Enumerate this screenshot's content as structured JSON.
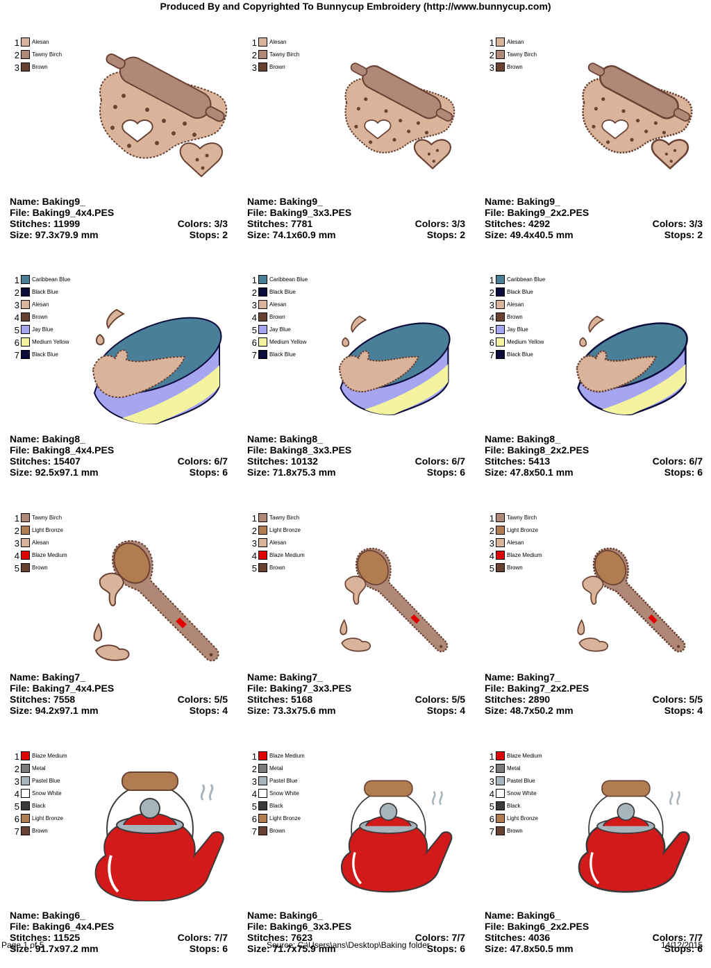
{
  "header": "Produced By and Copyrighted To Bunnycup Embroidery (http://www.bunnycup.com)",
  "footer": {
    "page": "Page 1 of 5",
    "source": "Source: C:\\Users\\ans\\Desktop\\Baking folder",
    "date": "14/12/2015"
  },
  "designs": [
    {
      "art": "pin",
      "legend": [
        {
          "n": "1",
          "name": "Alesan",
          "color": "#d9b49a"
        },
        {
          "n": "2",
          "name": "Tawny Birch",
          "color": "#b08878"
        },
        {
          "n": "3",
          "name": "Brown",
          "color": "#6a4234"
        }
      ],
      "name": "Name: Baking9_",
      "file": "File: Baking9_4x4.PES",
      "stitches": "Stitches: 11999",
      "colors": "Colors: 3/3",
      "size": "Size: 97.3x79.9 mm",
      "stops": "Stops: 2"
    },
    {
      "art": "pin",
      "legend": [
        {
          "n": "1",
          "name": "Alesan",
          "color": "#d9b49a"
        },
        {
          "n": "2",
          "name": "Tawny Birch",
          "color": "#b08878"
        },
        {
          "n": "3",
          "name": "Brown",
          "color": "#6a4234"
        }
      ],
      "name": "Name: Baking9_",
      "file": "File: Baking9_3x3.PES",
      "stitches": "Stitches: 7781",
      "colors": "Colors: 3/3",
      "size": "Size: 74.1x60.9 mm",
      "stops": "Stops: 2"
    },
    {
      "art": "pin",
      "legend": [
        {
          "n": "1",
          "name": "Alesan",
          "color": "#d9b49a"
        },
        {
          "n": "2",
          "name": "Tawny Birch",
          "color": "#b08878"
        },
        {
          "n": "3",
          "name": "Brown",
          "color": "#6a4234"
        }
      ],
      "name": "Name: Baking9_",
      "file": "File: Baking9_2x2.PES",
      "stitches": "Stitches: 4292",
      "colors": "Colors: 3/3",
      "size": "Size: 49.4x40.5 mm",
      "stops": "Stops: 2"
    },
    {
      "art": "bowl",
      "legend": [
        {
          "n": "1",
          "name": "Caribbean Blue",
          "color": "#4a7f9a"
        },
        {
          "n": "2",
          "name": "Black Blue",
          "color": "#0c0c3c"
        },
        {
          "n": "3",
          "name": "Alesan",
          "color": "#d9b49a"
        },
        {
          "n": "4",
          "name": "Brown",
          "color": "#6a4234"
        },
        {
          "n": "5",
          "name": "Jay Blue",
          "color": "#a6a6f0"
        },
        {
          "n": "6",
          "name": "Medium Yellow",
          "color": "#f4f4a0"
        },
        {
          "n": "7",
          "name": "Black Blue",
          "color": "#0c0c3c"
        }
      ],
      "name": "Name: Baking8_",
      "file": "File: Baking8_4x4.PES",
      "stitches": "Stitches: 15407",
      "colors": "Colors: 6/7",
      "size": "Size: 92.5x97.1 mm",
      "stops": "Stops: 6"
    },
    {
      "art": "bowl",
      "legend": [
        {
          "n": "1",
          "name": "Caribbean Blue",
          "color": "#4a7f9a"
        },
        {
          "n": "2",
          "name": "Black Blue",
          "color": "#0c0c3c"
        },
        {
          "n": "3",
          "name": "Alesan",
          "color": "#d9b49a"
        },
        {
          "n": "4",
          "name": "Brown",
          "color": "#6a4234"
        },
        {
          "n": "5",
          "name": "Jay Blue",
          "color": "#a6a6f0"
        },
        {
          "n": "6",
          "name": "Medium Yellow",
          "color": "#f4f4a0"
        },
        {
          "n": "7",
          "name": "Black Blue",
          "color": "#0c0c3c"
        }
      ],
      "name": "Name: Baking8_",
      "file": "File: Baking8_3x3.PES",
      "stitches": "Stitches: 10132",
      "colors": "Colors: 6/7",
      "size": "Size: 71.8x75.3 mm",
      "stops": "Stops: 6"
    },
    {
      "art": "bowl",
      "legend": [
        {
          "n": "1",
          "name": "Caribbean Blue",
          "color": "#4a7f9a"
        },
        {
          "n": "2",
          "name": "Black Blue",
          "color": "#0c0c3c"
        },
        {
          "n": "3",
          "name": "Alesan",
          "color": "#d9b49a"
        },
        {
          "n": "4",
          "name": "Brown",
          "color": "#6a4234"
        },
        {
          "n": "5",
          "name": "Jay Blue",
          "color": "#a6a6f0"
        },
        {
          "n": "6",
          "name": "Medium Yellow",
          "color": "#f4f4a0"
        },
        {
          "n": "7",
          "name": "Black Blue",
          "color": "#0c0c3c"
        }
      ],
      "name": "Name: Baking8_",
      "file": "File: Baking8_2x2.PES",
      "stitches": "Stitches: 5413",
      "colors": "Colors: 6/7",
      "size": "Size: 47.8x50.1 mm",
      "stops": "Stops: 6"
    },
    {
      "art": "spoon",
      "legend": [
        {
          "n": "1",
          "name": "Tawny Birch",
          "color": "#b08878"
        },
        {
          "n": "2",
          "name": "Light Bronze",
          "color": "#b07c50"
        },
        {
          "n": "3",
          "name": "Alesan",
          "color": "#d9b49a"
        },
        {
          "n": "4",
          "name": "Blaze Medium",
          "color": "#e00000"
        },
        {
          "n": "5",
          "name": "Brown",
          "color": "#6a4234"
        }
      ],
      "name": "Name: Baking7_",
      "file": "File: Baking7_4x4.PES",
      "stitches": "Stitches: 7558",
      "colors": "Colors: 5/5",
      "size": "Size: 94.2x97.1 mm",
      "stops": "Stops: 4"
    },
    {
      "art": "spoon",
      "legend": [
        {
          "n": "1",
          "name": "Tawny Birch",
          "color": "#b08878"
        },
        {
          "n": "2",
          "name": "Light Bronze",
          "color": "#b07c50"
        },
        {
          "n": "3",
          "name": "Alesan",
          "color": "#d9b49a"
        },
        {
          "n": "4",
          "name": "Blaze Medium",
          "color": "#e00000"
        },
        {
          "n": "5",
          "name": "Brown",
          "color": "#6a4234"
        }
      ],
      "name": "Name: Baking7_",
      "file": "File: Baking7_3x3.PES",
      "stitches": "Stitches: 5168",
      "colors": "Colors: 5/5",
      "size": "Size: 73.3x75.6 mm",
      "stops": "Stops: 4"
    },
    {
      "art": "spoon",
      "legend": [
        {
          "n": "1",
          "name": "Tawny Birch",
          "color": "#b08878"
        },
        {
          "n": "2",
          "name": "Light Bronze",
          "color": "#b07c50"
        },
        {
          "n": "3",
          "name": "Alesan",
          "color": "#d9b49a"
        },
        {
          "n": "4",
          "name": "Blaze Medium",
          "color": "#e00000"
        },
        {
          "n": "5",
          "name": "Brown",
          "color": "#6a4234"
        }
      ],
      "name": "Name: Baking7_",
      "file": "File: Baking7_2x2.PES",
      "stitches": "Stitches: 2890",
      "colors": "Colors: 5/5",
      "size": "Size: 48.7x50.2 mm",
      "stops": "Stops: 4"
    },
    {
      "art": "kettle",
      "legend": [
        {
          "n": "1",
          "name": "Blaze Medium",
          "color": "#e00000"
        },
        {
          "n": "2",
          "name": "Metal",
          "color": "#7a7a7a"
        },
        {
          "n": "3",
          "name": "Pastel Blue",
          "color": "#a8b4bc"
        },
        {
          "n": "4",
          "name": "Snow White",
          "color": "#ffffff"
        },
        {
          "n": "5",
          "name": "Black",
          "color": "#3a3a3a"
        },
        {
          "n": "6",
          "name": "Light Bronze",
          "color": "#b07c50"
        },
        {
          "n": "7",
          "name": "Brown",
          "color": "#6a4234"
        }
      ],
      "name": "Name: Baking6_",
      "file": "File: Baking6_4x4.PES",
      "stitches": "Stitches: 11525",
      "colors": "Colors: 7/7",
      "size": "Size: 91.7x97.2 mm",
      "stops": "Stops: 6"
    },
    {
      "art": "kettle",
      "legend": [
        {
          "n": "1",
          "name": "Blaze Medium",
          "color": "#e00000"
        },
        {
          "n": "2",
          "name": "Metal",
          "color": "#7a7a7a"
        },
        {
          "n": "3",
          "name": "Pastel Blue",
          "color": "#a8b4bc"
        },
        {
          "n": "4",
          "name": "Snow White",
          "color": "#ffffff"
        },
        {
          "n": "5",
          "name": "Black",
          "color": "#3a3a3a"
        },
        {
          "n": "6",
          "name": "Light Bronze",
          "color": "#b07c50"
        },
        {
          "n": "7",
          "name": "Brown",
          "color": "#6a4234"
        }
      ],
      "name": "Name: Baking6_",
      "file": "File: Baking6_3x3.PES",
      "stitches": "Stitches: 7623",
      "colors": "Colors: 7/7",
      "size": "Size: 71.7x75.9 mm",
      "stops": "Stops: 6"
    },
    {
      "art": "kettle",
      "legend": [
        {
          "n": "1",
          "name": "Blaze Medium",
          "color": "#e00000"
        },
        {
          "n": "2",
          "name": "Metal",
          "color": "#7a7a7a"
        },
        {
          "n": "3",
          "name": "Pastel Blue",
          "color": "#a8b4bc"
        },
        {
          "n": "4",
          "name": "Snow White",
          "color": "#ffffff"
        },
        {
          "n": "5",
          "name": "Black",
          "color": "#3a3a3a"
        },
        {
          "n": "6",
          "name": "Light Bronze",
          "color": "#b07c50"
        },
        {
          "n": "7",
          "name": "Brown",
          "color": "#6a4234"
        }
      ],
      "name": "Name: Baking6_",
      "file": "File: Baking6_2x2.PES",
      "stitches": "Stitches: 4036",
      "colors": "Colors: 7/7",
      "size": "Size: 47.8x50.5 mm",
      "stops": "Stops: 6"
    }
  ]
}
